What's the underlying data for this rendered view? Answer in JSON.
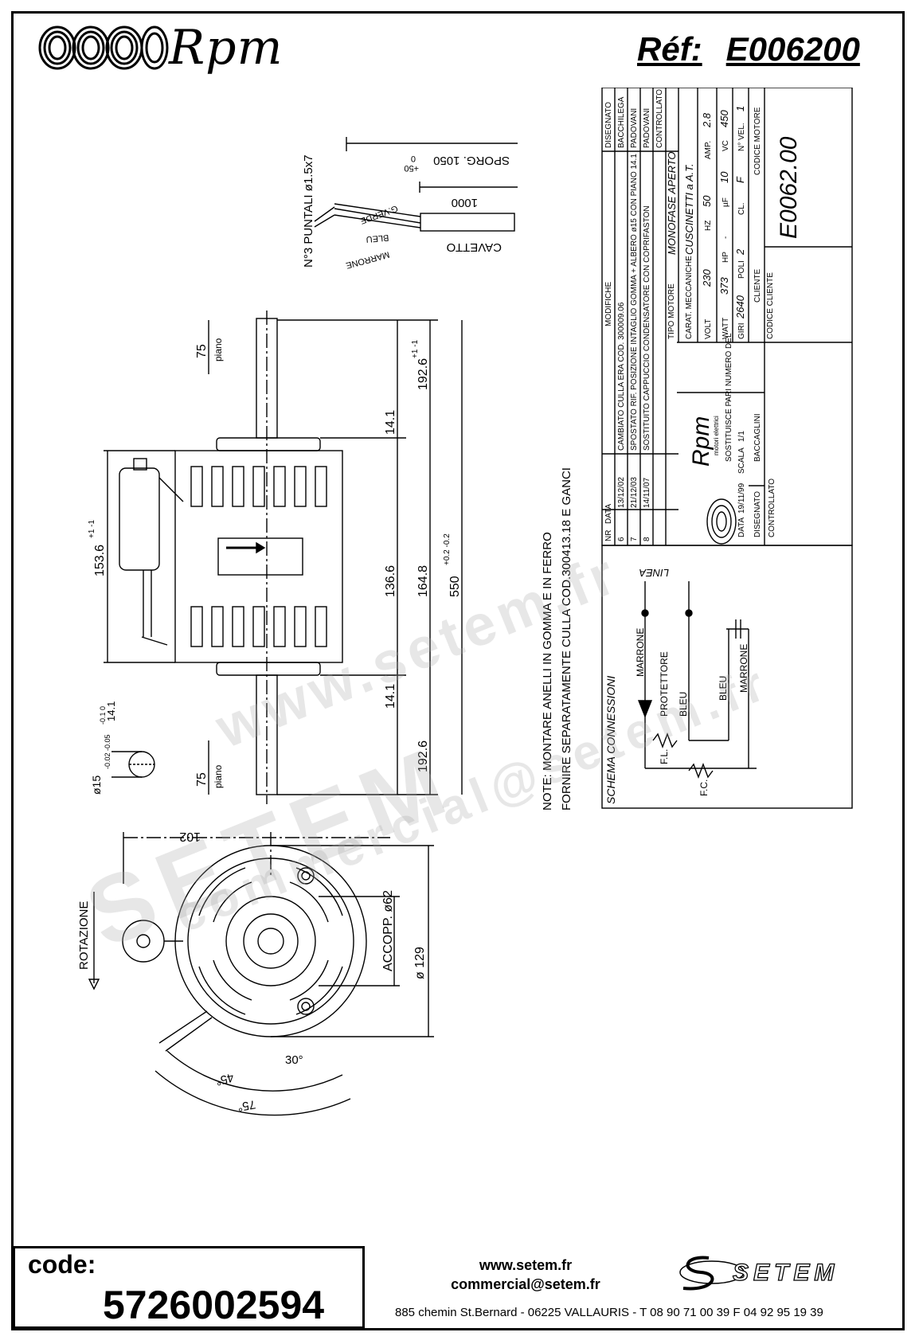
{
  "header": {
    "brand": "Rpm",
    "ref_label": "Réf:",
    "ref_value": "E006200"
  },
  "cable": {
    "title": "N°3 PUNTALI ø1.5x7",
    "sporg": "SPORG. 1050",
    "sporg_tol_plus": "+50",
    "sporg_tol_zero": "0",
    "length": "1000",
    "cavetto": "CAVETTO",
    "wires": [
      "G.VERDE",
      "BLEU",
      "MARRONE"
    ]
  },
  "dimensions": {
    "d75_top": "75",
    "piano": "piano",
    "d192_top": "192.6",
    "d192_tol": "+1 -1",
    "d14_top": "14.1",
    "d153": "153.6",
    "d153_tol": "+1 -1",
    "d136": "136.6",
    "d164": "164.8",
    "d550": "550",
    "d550_tol": "+0.2 -0.2",
    "d14_bot": "14.1",
    "d192_bot": "192.6",
    "d75_bot": "75",
    "shaft": "ø15",
    "shaft_tol": "-0.02 -0.05",
    "flat": "14.1",
    "flat_tol": "-0.1 0"
  },
  "notes": {
    "line1": "NOTE: MONTARE ANELLI IN GOMMA E IN FERRO",
    "line2": "FORNIRE SEPARATAMENTE CULLA COD.300413.18 E GANCI"
  },
  "front_view": {
    "d102": "102",
    "d129": "ø 129",
    "accopp": "ACCOPP. ø62",
    "rotazione": "ROTAZIONE",
    "a30": "30°",
    "a45": "45°",
    "a75": "75°"
  },
  "title_block": {
    "revisions": [
      {
        "n": "8",
        "date": "14/11/07",
        "text": "SOSTITUITO CAPPUCCIO CONDENSATORE CON COPRIFASTON",
        "who": "PADOVANI"
      },
      {
        "n": "7",
        "date": "21/12/03",
        "text": "SPOSTATO RIF. POSIZIONE INTAGLIO GOMMA + ALBERO ø15 CON PIANO 14.1",
        "who": "PADOVANI"
      },
      {
        "n": "6",
        "date": "13/12/02",
        "text": "CAMBIATO CULLA ERA COD. 300009.06",
        "who": "BACCHILEGA"
      }
    ],
    "hdr_nr": "NR",
    "hdr_data": "DATA",
    "hdr_modifiche": "MODIFICHE",
    "hdr_disegnato": "DISEGNATO",
    "hdr_controllato": "CONTROLLATO",
    "tipo_motore_label": "TIPO MOTORE",
    "tipo_motore": "MONOFASE APERTO",
    "caratt_label": "CARAT. MECCANICHE",
    "caratt": "CUSCINETTI a A.T.",
    "volt_label": "VOLT",
    "volt": "230",
    "hz_label": "HZ",
    "hz": "50",
    "amp_label": "AMP.",
    "amp": "2.8",
    "watt_label": "WATT",
    "watt": "373",
    "hp_label": "HP",
    "hp": "-",
    "uf_label": "µF",
    "uf": "10",
    "vc_label": "VC",
    "vc": "450",
    "giri_label": "GIRI",
    "giri": "2640",
    "poli_label": "POLI",
    "poli": "2",
    "cl_label": "CL.",
    "cl": "F",
    "vel_label": "N° VEL.",
    "vel": "1",
    "codice_motore_label": "CODICE MOTORE",
    "codice_motore": "E0062.00",
    "cliente_label": "CLIENTE",
    "codice_cliente_label": "CODICE CLIENTE",
    "sost_label": "SOSTITUISCE PARI NUMERO DEL",
    "sost": "-",
    "data_label": "DATA",
    "data": "19/11/99",
    "scala_label": "SCALA",
    "scala": "1/1",
    "disegnato_label": "DISEGNATO",
    "disegnato": "BACCAGLINI",
    "controllato_label": "CONTROLLATO",
    "brand": "Rpm",
    "brand_sub": "motori elettrici"
  },
  "schema": {
    "title": "SCHEMA CONNESSIONI",
    "linea": "LINEA",
    "labels": [
      "MARRONE",
      "PROTETTORE",
      "BLEU",
      "BLEU",
      "MARRONE",
      "F.L.",
      "F.C."
    ]
  },
  "watermark": {
    "big": "SETEM",
    "small": "commercial@setem.fr",
    "web": "www.setem.fr"
  },
  "footer": {
    "code_label": "code:",
    "code_value": "5726002594",
    "web": "www.setem.fr",
    "email": "commercial@setem.fr",
    "address": "885 chemin St.Bernard  -  06225 VALLAURIS  -  T 08 90 71 00 39   F 04 92 95 19 39",
    "company": "SETEM"
  }
}
